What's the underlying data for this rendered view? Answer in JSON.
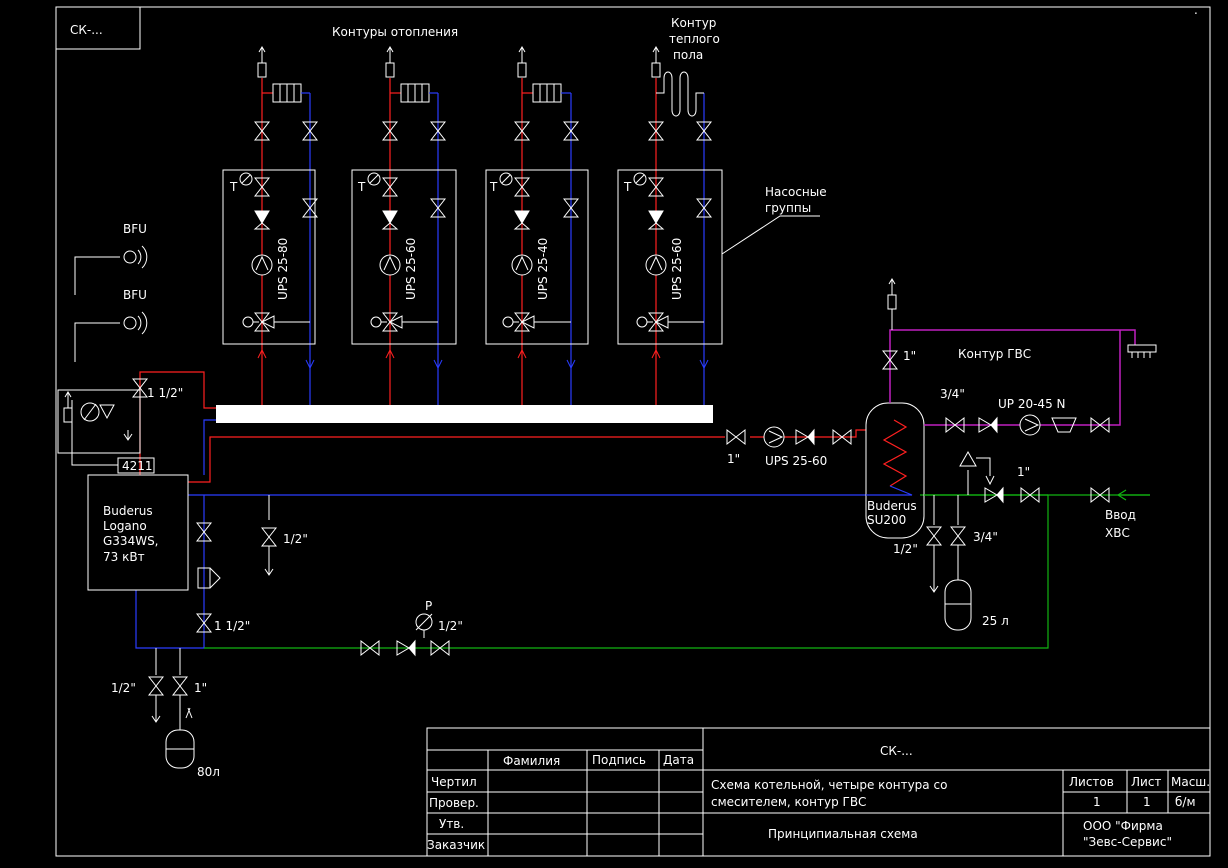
{
  "colors": {
    "supply": "#ff2020",
    "return": "#2a3cff",
    "cold": "#12b412",
    "hot_water": "#c020c0",
    "lines": "#ffffff"
  },
  "corner_code": "СК-...",
  "heading_heating": "Контуры отопления",
  "heading_floor": [
    "Контур",
    "теплого",
    "пола"
  ],
  "pump_groups_label": [
    "Насосные",
    "группы"
  ],
  "pump_groups": [
    {
      "pump": "UPS 25-80"
    },
    {
      "pump": "UPS 25-60"
    },
    {
      "pump": "UPS 25-40"
    },
    {
      "pump": "UPS 25-60"
    }
  ],
  "sensor_label": "T",
  "bfu_label": "BFU",
  "controller_label": "4211",
  "boiler": [
    "Buderus",
    "Logano",
    "G334WS,",
    "73 кВт"
  ],
  "boiler_tank": [
    "Buderus",
    "SU200"
  ],
  "dhw_title": "Контур ГВС",
  "dhw_pump": "UP 20-45 N",
  "load_pump": "UPS 25-60",
  "cold_inlet": [
    "Ввод",
    "ХВС"
  ],
  "expansion_boiler": "80л",
  "expansion_dhw": "25 л",
  "pressure_label": "P",
  "sizes": {
    "s1": "1 1/2\"",
    "s2": "1/2\"",
    "s3": "1\"",
    "s4": "3/4\"",
    "s5": "1\"",
    "s6": "1/2\"",
    "s7": "3/4\"",
    "s8": "1\"",
    "s9": "1 1/2\"",
    "s10": "1/2\"",
    "s11": "1/2\"",
    "s12": "1\""
  },
  "title_block": {
    "code": "СК-...",
    "col_surname": "Фамилия",
    "col_sign": "Подпись",
    "col_date": "Дата",
    "rows": [
      "Чертил",
      "Провер.",
      "Утв.",
      "Заказчик"
    ],
    "description": [
      "Схема котельной, четыре контура со",
      "смесителем, контур ГВС"
    ],
    "col_sheets": "Листов",
    "col_sheet": "Лист",
    "col_scale": "Масш.",
    "sheets": "1",
    "sheet": "1",
    "scale": "б/м",
    "drawing_type": "Принципиальная схема",
    "company": [
      "ООО \"Фирма",
      "\"Зевс-Сервис\""
    ]
  }
}
